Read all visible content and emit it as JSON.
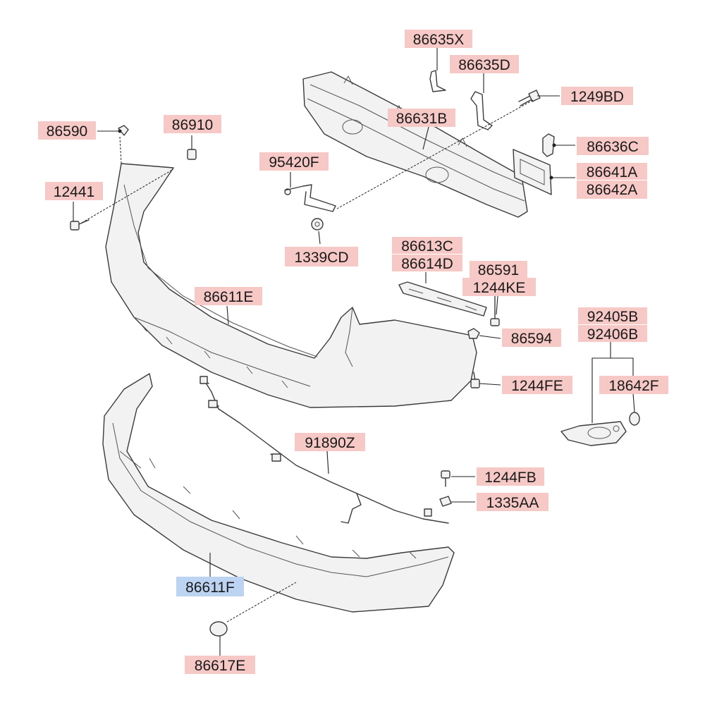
{
  "colors": {
    "label_fill": "#f6c9c6",
    "selected_label_fill": "#bcd4f2",
    "line": "#3a3a3a"
  },
  "labels": {
    "p86635X": "86635X",
    "p86635D": "86635D",
    "p1249BD": "1249BD",
    "p86631B": "86631B",
    "p86636C": "86636C",
    "p86641A": "86641A",
    "p86642A": "86642A",
    "p86590": "86590",
    "p86910": "86910",
    "p95420F": "95420F",
    "p12441": "12441",
    "p1339CD": "1339CD",
    "p86613C": "86613C",
    "p86614D": "86614D",
    "p86591": "86591",
    "p1244KE": "1244KE",
    "p86611E": "86611E",
    "p92405B": "92405B",
    "p92406B": "92406B",
    "p86594": "86594",
    "p1244FE": "1244FE",
    "p18642F": "18642F",
    "p91890Z": "91890Z",
    "p1244FB": "1244FB",
    "p1335AA": "1335AA",
    "p86611F": "86611F",
    "p86617E": "86617E"
  },
  "selected_part": "86611F"
}
